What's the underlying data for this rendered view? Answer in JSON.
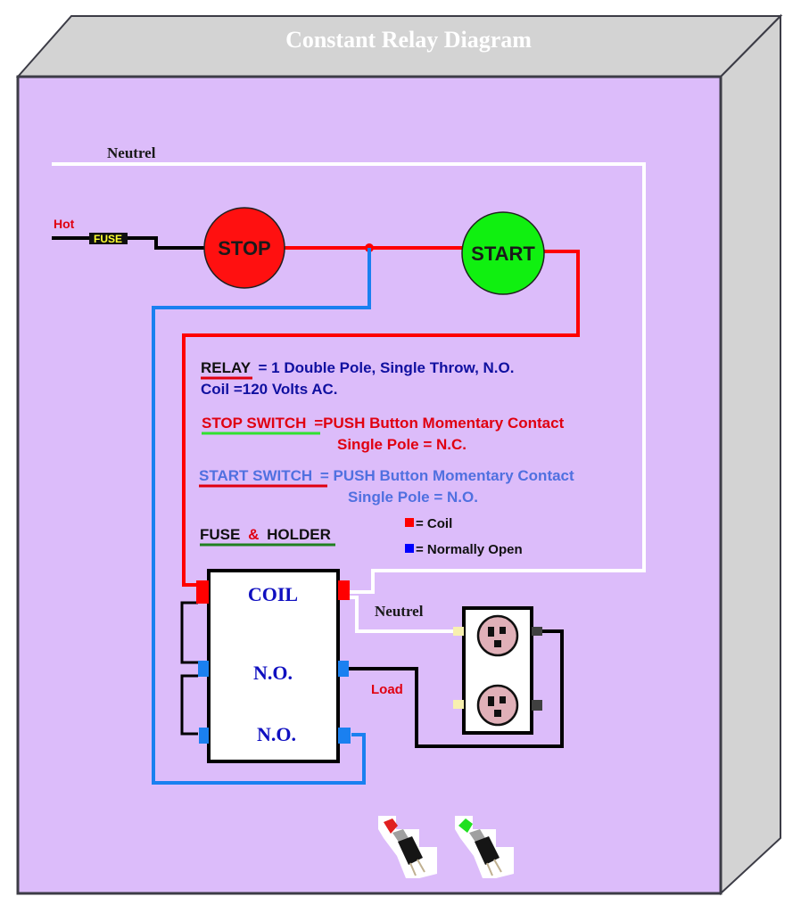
{
  "title": "Constant Relay Diagram",
  "colors": {
    "panel_face": "#dcbcfa",
    "panel_side": "#d3d3d3",
    "edge": "#3c3c46",
    "hot_wire": "#ff0000",
    "no_wire": "#1a80f0",
    "neutral_wire": "#ffffff",
    "black_wire": "#000000",
    "stop_button": "#ff1010",
    "start_button": "#10f010",
    "relay_text": "#1010c0",
    "stop_text": "#e00010",
    "start_text": "#5070e0"
  },
  "labels": {
    "neutral_top": "Neutrel",
    "hot": "Hot",
    "fuse": "FUSE",
    "stop": "STOP",
    "start": "START",
    "neutral_outlet": "Neutrel",
    "load": "Load"
  },
  "relay": {
    "coil": "COIL",
    "no1": "N.O.",
    "no2": "N.O."
  },
  "notes": {
    "relay_title": "RELAY",
    "relay_desc": "= 1 Double Pole, Single Throw, N.O.",
    "coil_line": "Coil =120 Volts AC.",
    "stop_title": "STOP SWITCH",
    "stop_desc": "=PUSH Button Momentary Contact",
    "stop_desc2": "Single Pole = N.C.",
    "start_title": "START SWITCH",
    "start_desc": "= PUSH Button Momentary Contact",
    "start_desc2": "Single Pole = N.O.",
    "fuse_a": "FUSE",
    "fuse_amp": "&",
    "fuse_b": "HOLDER"
  },
  "legend": [
    {
      "label": "= Coil",
      "color": "#ff0000"
    },
    {
      "label": "= Normally Open",
      "color": "#0000ff"
    }
  ],
  "photos": [
    {
      "name": "red push button",
      "cap_color": "#e02020"
    },
    {
      "name": "green push button",
      "cap_color": "#20e020"
    }
  ]
}
